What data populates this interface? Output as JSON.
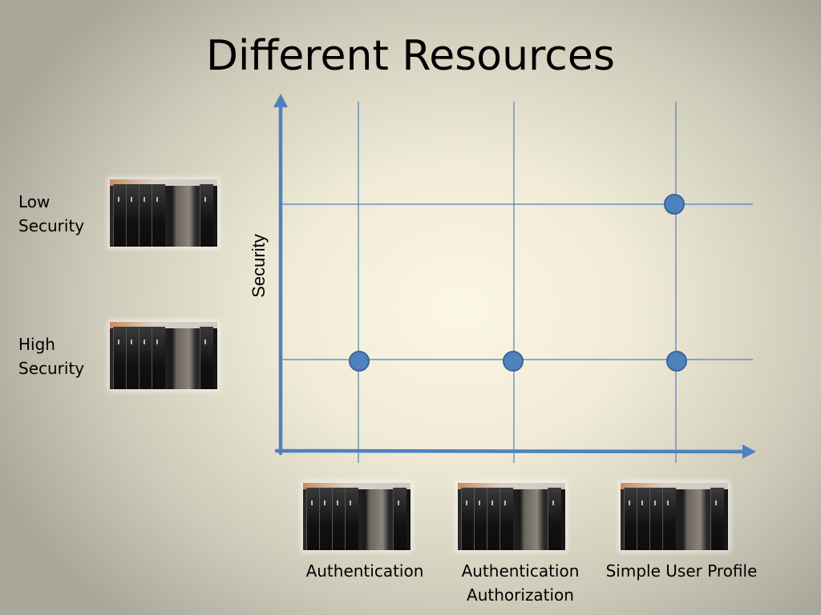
{
  "title": "Different Resources",
  "y_axis_label": "Security",
  "y_rows": [
    {
      "lines": [
        "Low",
        "Security"
      ]
    },
    {
      "lines": [
        "High",
        "Security"
      ]
    }
  ],
  "x_columns": [
    {
      "lines": [
        "Authentication"
      ]
    },
    {
      "lines": [
        "Authentication",
        "Authorization"
      ]
    },
    {
      "lines": [
        "Simple User Profile"
      ]
    }
  ],
  "points": [
    {
      "column": "Simple User Profile",
      "row": "Low Security"
    },
    {
      "column": "Authentication",
      "row": "High Security"
    },
    {
      "column": "Authentication Authorization",
      "row": "High Security"
    },
    {
      "column": "Simple User Profile",
      "row": "High Security"
    }
  ],
  "colors": {
    "axis": "#4f81bd",
    "grid": "#4f81bd",
    "point_fill": "#4f81bd",
    "point_stroke": "#3a669a"
  },
  "images": [
    "server-room-photo"
  ]
}
